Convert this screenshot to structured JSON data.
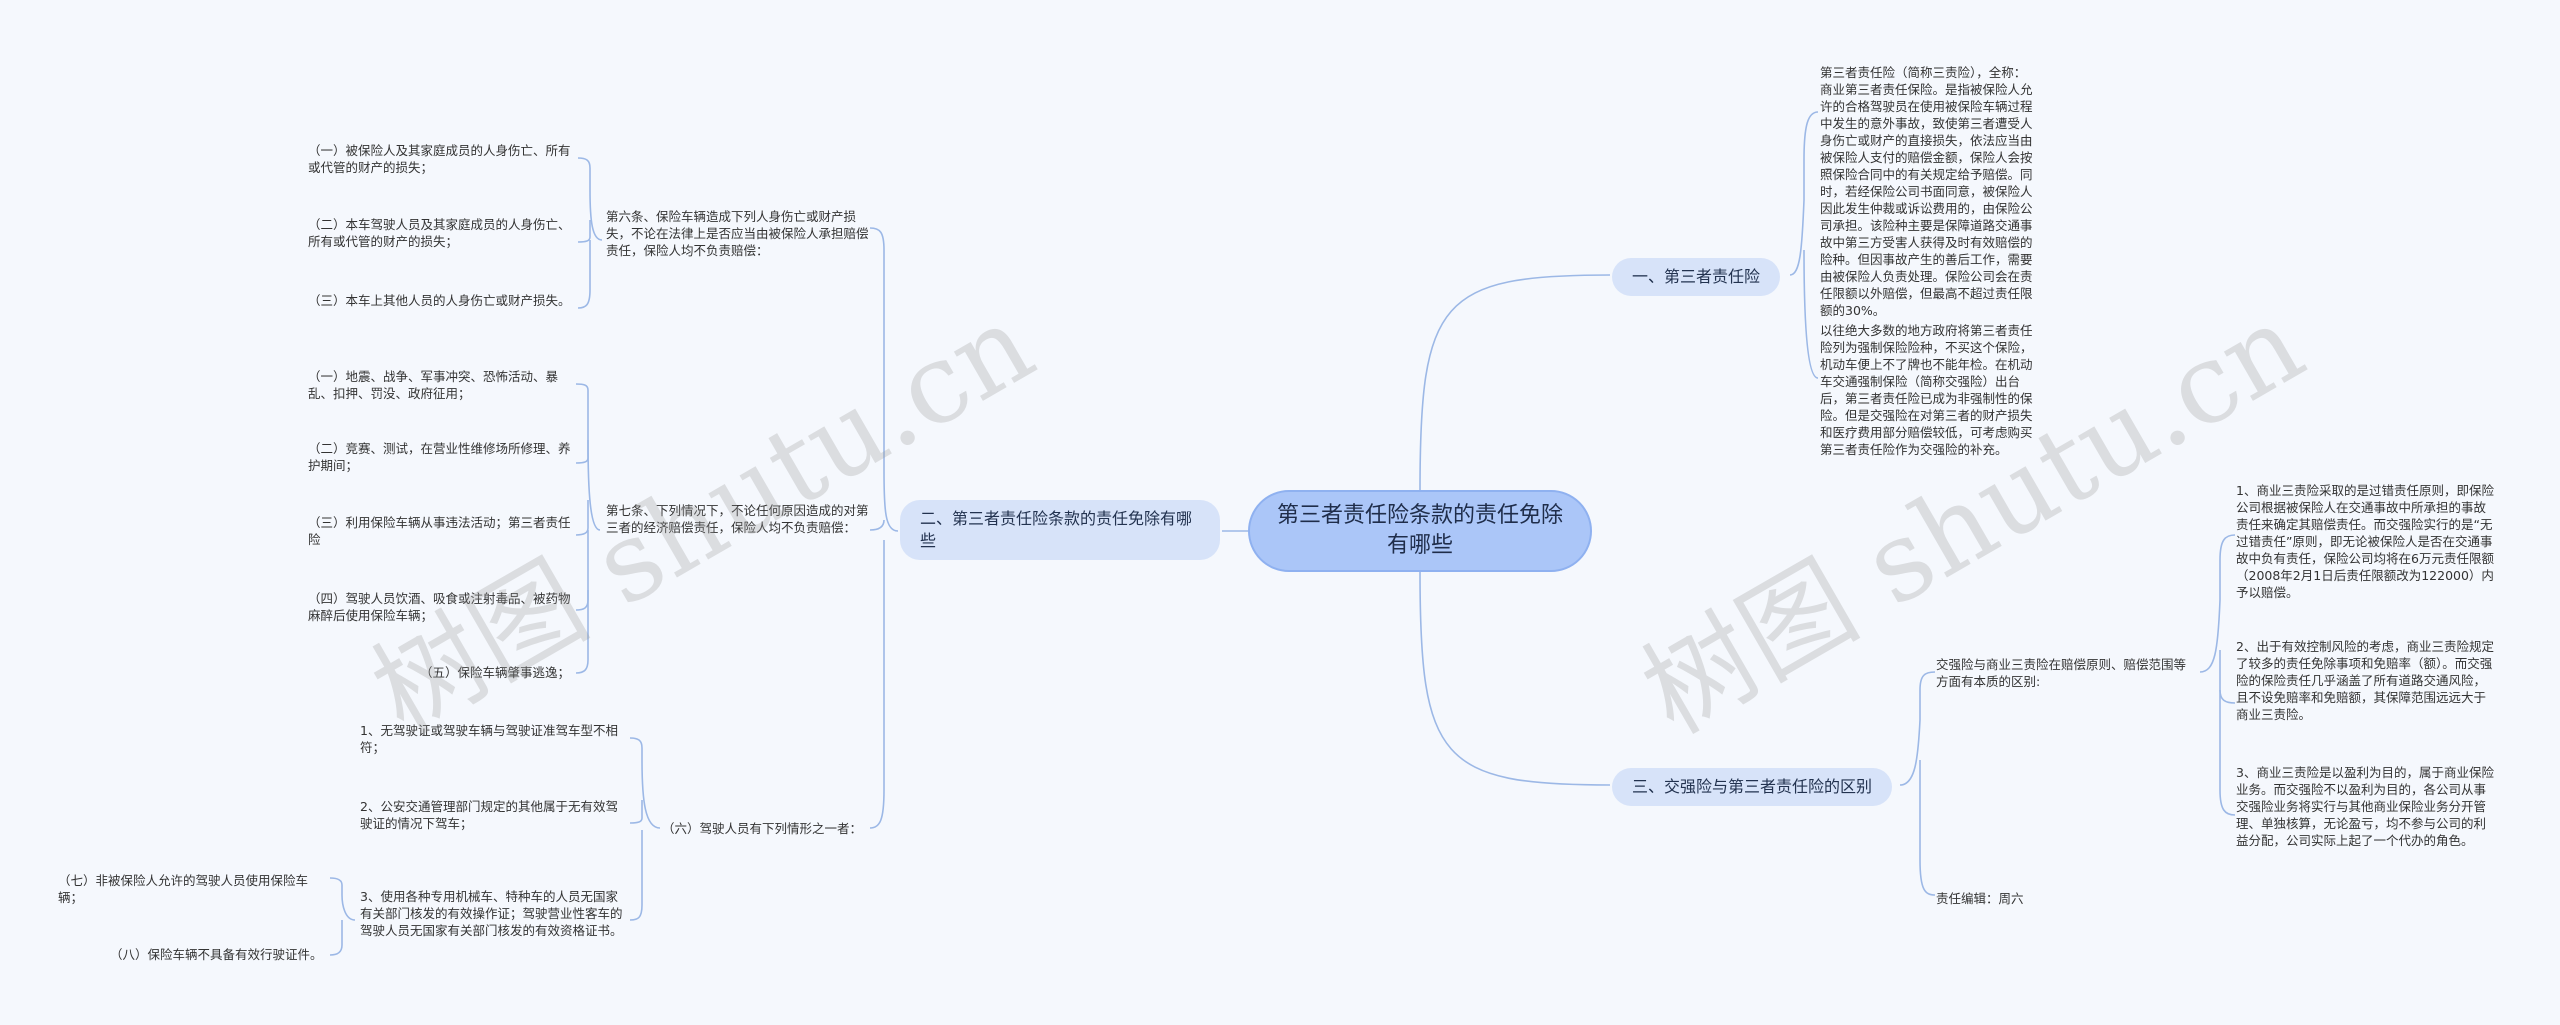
{
  "root": "第三者责任险条款的责任免除有哪些",
  "watermark": "树图 shutu.cn",
  "branches": {
    "b1": "一、第三者责任险",
    "b2": "二、第三者责任险条款的责任免除有哪些",
    "b3": "三、交强险与第三者责任险的区别"
  },
  "b1_leaves": [
    "第三者责任险（简称三责险），全称：商业第三者责任保险。是指被保险人允许的合格驾驶员在使用被保险车辆过程中发生的意外事故，致使第三者遭受人身伤亡或财产的直接损失，依法应当由被保险人支付的赔偿金额，保险人会按照保险合同中的有关规定给予赔偿。同时，若经保险公司书面同意，被保险人因此发生仲裁或诉讼费用的，由保险公司承担。该险种主要是保障道路交通事故中第三方受害人获得及时有效赔偿的险种。但因事故产生的善后工作，需要由被保险人负责处理。保险公司会在责任限额以外赔偿，但最高不超过责任限额的30%。",
    "以往绝大多数的地方政府将第三者责任险列为强制保险险种，不买这个保险，机动车便上不了牌也不能年检。在机动车交通强制保险（简称交强险）出台后，第三者责任险已成为非强制性的保险。但是交强险在对第三者的财产损失和医疗费用部分赔偿较低，可考虑购买第三者责任险作为交强险的补充。"
  ],
  "b2_art6": "第六条、保险车辆造成下列人身伤亡或财产损失，不论在法律上是否应当由被保险人承担赔偿责任，保险人均不负责赔偿：",
  "b2_art6_items": [
    "（一）被保险人及其家庭成员的人身伤亡、所有或代管的财产的损失；",
    "（二）本车驾驶人员及其家庭成员的人身伤亡、所有或代管的财产的损失；",
    "（三）本车上其他人员的人身伤亡或财产损失。"
  ],
  "b2_art7": "第七条、下列情况下，不论任何原因造成的对第三者的经济赔偿责任，保险人均不负责赔偿：",
  "b2_art7_items": [
    "（一）地震、战争、军事冲突、恐怖活动、暴乱、扣押、罚没、政府征用；",
    "（二）竞赛、测试，在营业性维修场所修理、养护期间；",
    "（三）利用保险车辆从事违法活动；第三者责任险",
    "（四）驾驶人员饮酒、吸食或注射毒品、被药物麻醉后使用保险车辆；",
    "（五）保险车辆肇事逃逸；"
  ],
  "b2_item6": "（六）驾驶人员有下列情形之一者：",
  "b2_item6_subs": [
    "1、无驾驶证或驾驶车辆与驾驶证准驾车型不相符；",
    "2、公安交通管理部门规定的其他属于无有效驾驶证的情况下驾车；",
    "3、使用各种专用机械车、特种车的人员无国家有关部门核发的有效操作证；驾驶营业性客车的驾驶人员无国家有关部门核发的有效资格证书。"
  ],
  "b2_item7": "（七）非被保险人允许的驾驶人员使用保险车辆；",
  "b2_item8": "（八）保险车辆不具备有效行驶证件。",
  "b3_intro": "交强险与商业三责险在赔偿原则、赔偿范围等方面有本质的区别:",
  "b3_items": [
    "1、商业三责险采取的是过错责任原则，即保险公司根据被保险人在交通事故中所承担的事故责任来确定其赔偿责任。而交强险实行的是“无过错责任”原则，即无论被保险人是否在交通事故中负有责任，保险公司均将在6万元责任限额（2008年2月1日后责任限额改为122000）内予以赔偿。",
    "2、出于有效控制风险的考虑，商业三责险规定了较多的责任免除事项和免赔率（额）。而交强险的保险责任几乎涵盖了所有道路交通风险，且不设免赔率和免赔额，其保障范围远远大于商业三责险。",
    "3、商业三责险是以盈利为目的，属于商业保险业务。而交强险不以盈利为目的，各公司从事交强险业务将实行与其他商业保险业务分开管理、单独核算，无论盈亏，均不参与公司的利益分配，公司实际上起了一个代办的角色。"
  ],
  "b3_editor": "责任编辑：周六",
  "colors": {
    "line": "#9cb8e6",
    "root_fill": "#abc6f8",
    "branch_fill": "#d7e3f9",
    "background": "#f5f8fd"
  }
}
